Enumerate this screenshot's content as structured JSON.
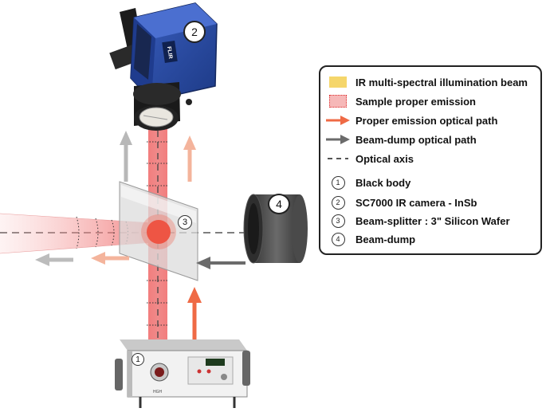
{
  "legend": {
    "items": [
      {
        "symbol": "yellow-swatch",
        "label": "IR multi-spectral illumination beam"
      },
      {
        "symbol": "red-dotted-swatch",
        "label": "Sample proper emission"
      },
      {
        "symbol": "orange-arrow",
        "label": "Proper emission optical path"
      },
      {
        "symbol": "gray-arrow",
        "label": "Beam-dump optical path"
      },
      {
        "symbol": "dashed-line",
        "label": "Optical axis"
      }
    ],
    "components": [
      {
        "num": "1",
        "label": "Black body"
      },
      {
        "num": "2",
        "label": "SC7000 IR camera - InSb"
      },
      {
        "num": "3",
        "label": "Beam-splitter : 3\" Silicon Wafer"
      },
      {
        "num": "4",
        "label": "Beam-dump"
      }
    ]
  },
  "badges": {
    "blackbody": "1",
    "camera": "2",
    "splitter": "3",
    "dump": "4"
  },
  "device_labels": {
    "camera_brand": "FLIR",
    "blackbody_brand": "HGH"
  },
  "colors": {
    "beam_red": "#f07878",
    "beam_red_light": "#f9c4c4",
    "emission_orange": "#ef6a45",
    "dump_gray": "#6b6b6b",
    "camera_blue": "#2d4fa8",
    "illumination_yellow": "#f5d66b"
  }
}
